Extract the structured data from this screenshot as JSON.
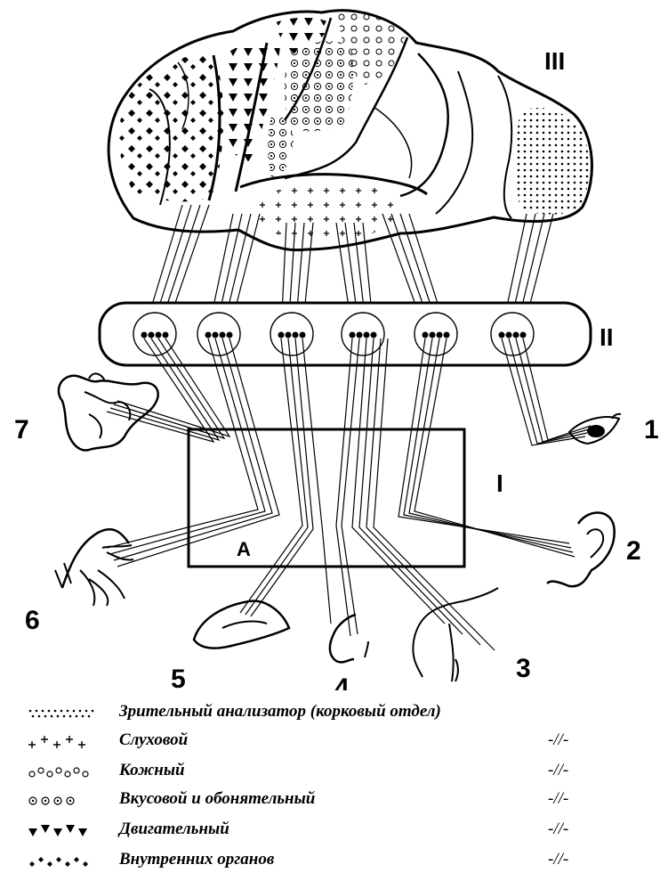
{
  "diagram": {
    "labels": {
      "cortex": "III",
      "subcortex": "II",
      "periphery": "I",
      "box_letter": "A",
      "n1": "1",
      "n2": "2",
      "n3": "3",
      "n4": "4",
      "n5": "5",
      "n6": "6",
      "n7": "7"
    }
  },
  "legend": [
    {
      "label": "Зрительный анализатор (корковый отдел)",
      "ditto": "",
      "icon": "dots-icon"
    },
    {
      "label": "Слуховой",
      "ditto": "-//-",
      "icon": "crosses-icon"
    },
    {
      "label": "Кожный",
      "ditto": "-//-",
      "icon": "small-circles-icon"
    },
    {
      "label": "Вкусовой и обонятельный",
      "ditto": "-//-",
      "icon": "ringed-circles-icon"
    },
    {
      "label": "Двигательный",
      "ditto": "-//-",
      "icon": "triangles-icon"
    },
    {
      "label": "Внутренних органов",
      "ditto": "-//-",
      "icon": "diamonds-icon"
    }
  ]
}
